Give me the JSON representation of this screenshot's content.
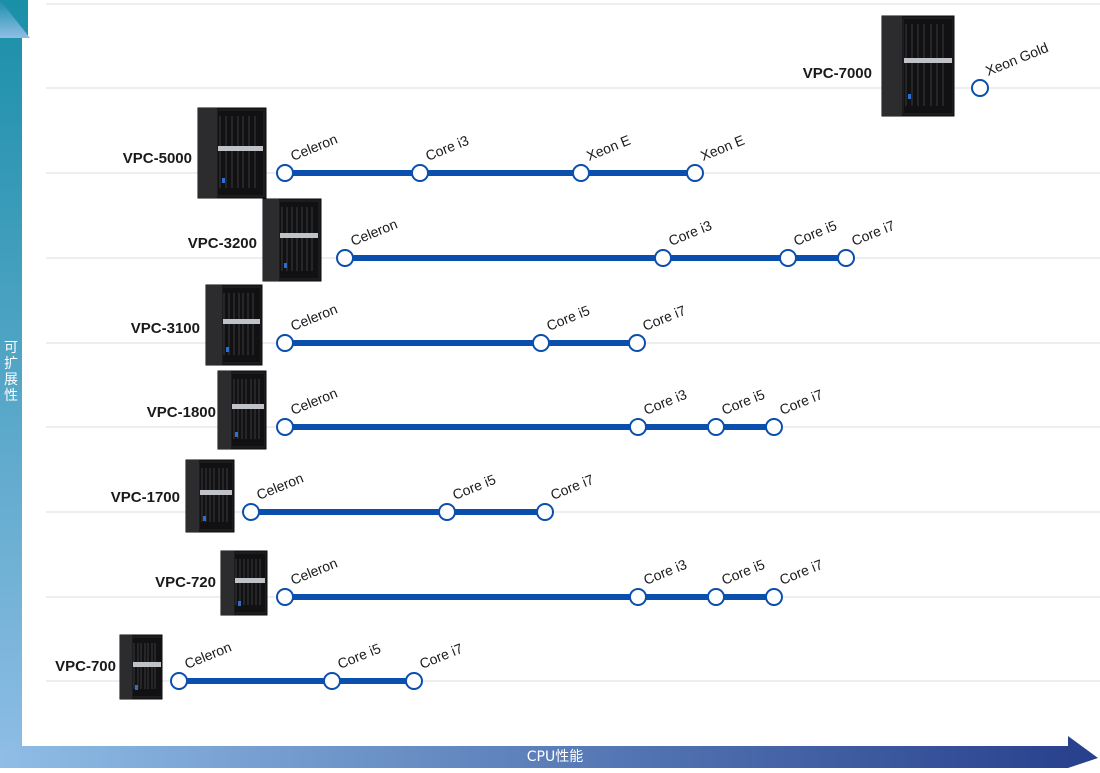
{
  "chart_data": {
    "type": "line",
    "xlabel": "CPU性能",
    "ylabel": "可扩展性",
    "grid": true,
    "categories": [
      "VPC-700",
      "VPC-720",
      "VPC-1700",
      "VPC-1800",
      "VPC-3100",
      "VPC-3200",
      "VPC-5000",
      "VPC-7000"
    ],
    "series": [
      {
        "name": "VPC-7000",
        "points": [
          {
            "label": "Xeon Gold",
            "x": 980
          }
        ]
      },
      {
        "name": "VPC-5000",
        "points": [
          {
            "label": "Celeron",
            "x": 285
          },
          {
            "label": "Core i3",
            "x": 420
          },
          {
            "label": "Xeon E",
            "x": 581
          },
          {
            "label": "Xeon E",
            "x": 695
          }
        ]
      },
      {
        "name": "VPC-3200",
        "points": [
          {
            "label": "Celeron",
            "x": 345
          },
          {
            "label": "Core i3",
            "x": 663
          },
          {
            "label": "Core i5",
            "x": 788
          },
          {
            "label": "Core i7",
            "x": 846
          }
        ]
      },
      {
        "name": "VPC-3100",
        "points": [
          {
            "label": "Celeron",
            "x": 285
          },
          {
            "label": "Core i5",
            "x": 541
          },
          {
            "label": "Core i7",
            "x": 637
          }
        ]
      },
      {
        "name": "VPC-1800",
        "points": [
          {
            "label": "Celeron",
            "x": 285
          },
          {
            "label": "Core i3",
            "x": 638
          },
          {
            "label": "Core i5",
            "x": 716
          },
          {
            "label": "Core i7",
            "x": 774
          }
        ]
      },
      {
        "name": "VPC-1700",
        "points": [
          {
            "label": "Celeron",
            "x": 251
          },
          {
            "label": "Core i5",
            "x": 447
          },
          {
            "label": "Core i7",
            "x": 545
          }
        ]
      },
      {
        "name": "VPC-720",
        "points": [
          {
            "label": "Celeron",
            "x": 285
          },
          {
            "label": "Core i3",
            "x": 638
          },
          {
            "label": "Core i5",
            "x": 716
          },
          {
            "label": "Core i7",
            "x": 774
          }
        ]
      },
      {
        "name": "VPC-700",
        "points": [
          {
            "label": "Celeron",
            "x": 179
          },
          {
            "label": "Core i5",
            "x": 332
          },
          {
            "label": "Core i7",
            "x": 414
          }
        ]
      }
    ]
  },
  "colors": {
    "line": "#0b4fae",
    "marker_stroke": "#0b4fae",
    "marker_fill": "#ffffff",
    "grid": "#dcdcdc",
    "axis_y_top": "#1a8fa8",
    "axis_y_bottom": "#8fbde6",
    "axis_x_left": "#8fbde6",
    "axis_x_right": "#273f8c"
  },
  "icons": [
    "tower-pc-icon"
  ]
}
